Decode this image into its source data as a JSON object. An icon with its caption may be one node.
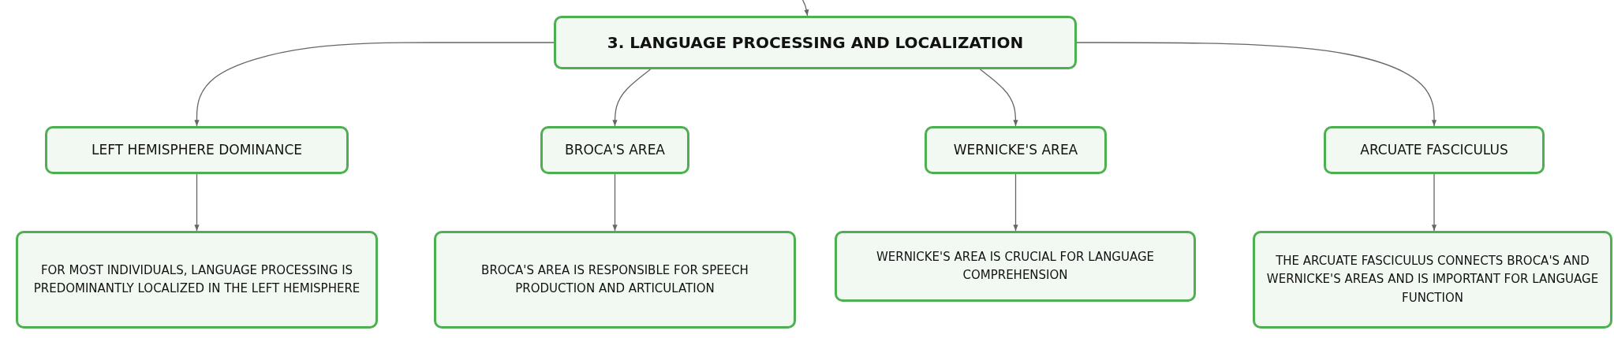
{
  "diagram": {
    "nodes": [
      {
        "text": [
          "3. LANGUAGE PROCESSING AND LOCALIZATION"
        ]
      },
      {
        "text": [
          "LEFT HEMISPHERE DOMINANCE"
        ]
      },
      {
        "text": [
          "BROCA'S AREA"
        ]
      },
      {
        "text": [
          "WERNICKE'S AREA"
        ]
      },
      {
        "text": [
          "ARCUATE FASCICULUS"
        ]
      },
      {
        "text": [
          "FOR MOST INDIVIDUALS, LANGUAGE PROCESSING IS PREDOMINANTLY LOCALIZED IN THE LEFT HEMISPHERE"
        ]
      },
      {
        "text": [
          "BROCA'S AREA IS RESPONSIBLE FOR SPEECH PRODUCTION AND ARTICULATION"
        ]
      },
      {
        "text": [
          "WERNICKE'S AREA IS CRUCIAL FOR LANGUAGE COMPREHENSION"
        ]
      },
      {
        "text": [
          "THE ARCUATE FASCICULUS CONNECTS BROCA'S AND WERNICKE'S AREAS AND IS IMPORTANT FOR LANGUAGE FUNCTION"
        ]
      }
    ],
    "edges": [
      {
        "from": null,
        "to": 0,
        "arrow": "to"
      },
      {
        "from": 0,
        "to": 1,
        "arrow": "to"
      },
      {
        "from": 0,
        "to": 2,
        "arrow": "to"
      },
      {
        "from": 0,
        "to": 3,
        "arrow": "to"
      },
      {
        "from": 0,
        "to": 4,
        "arrow": "to"
      },
      {
        "from": 1,
        "to": 5,
        "arrow": "to"
      },
      {
        "from": 2,
        "to": 6,
        "arrow": "to"
      },
      {
        "from": 3,
        "to": 7,
        "arrow": "to"
      },
      {
        "from": 4,
        "to": 8,
        "arrow": "to"
      }
    ]
  }
}
